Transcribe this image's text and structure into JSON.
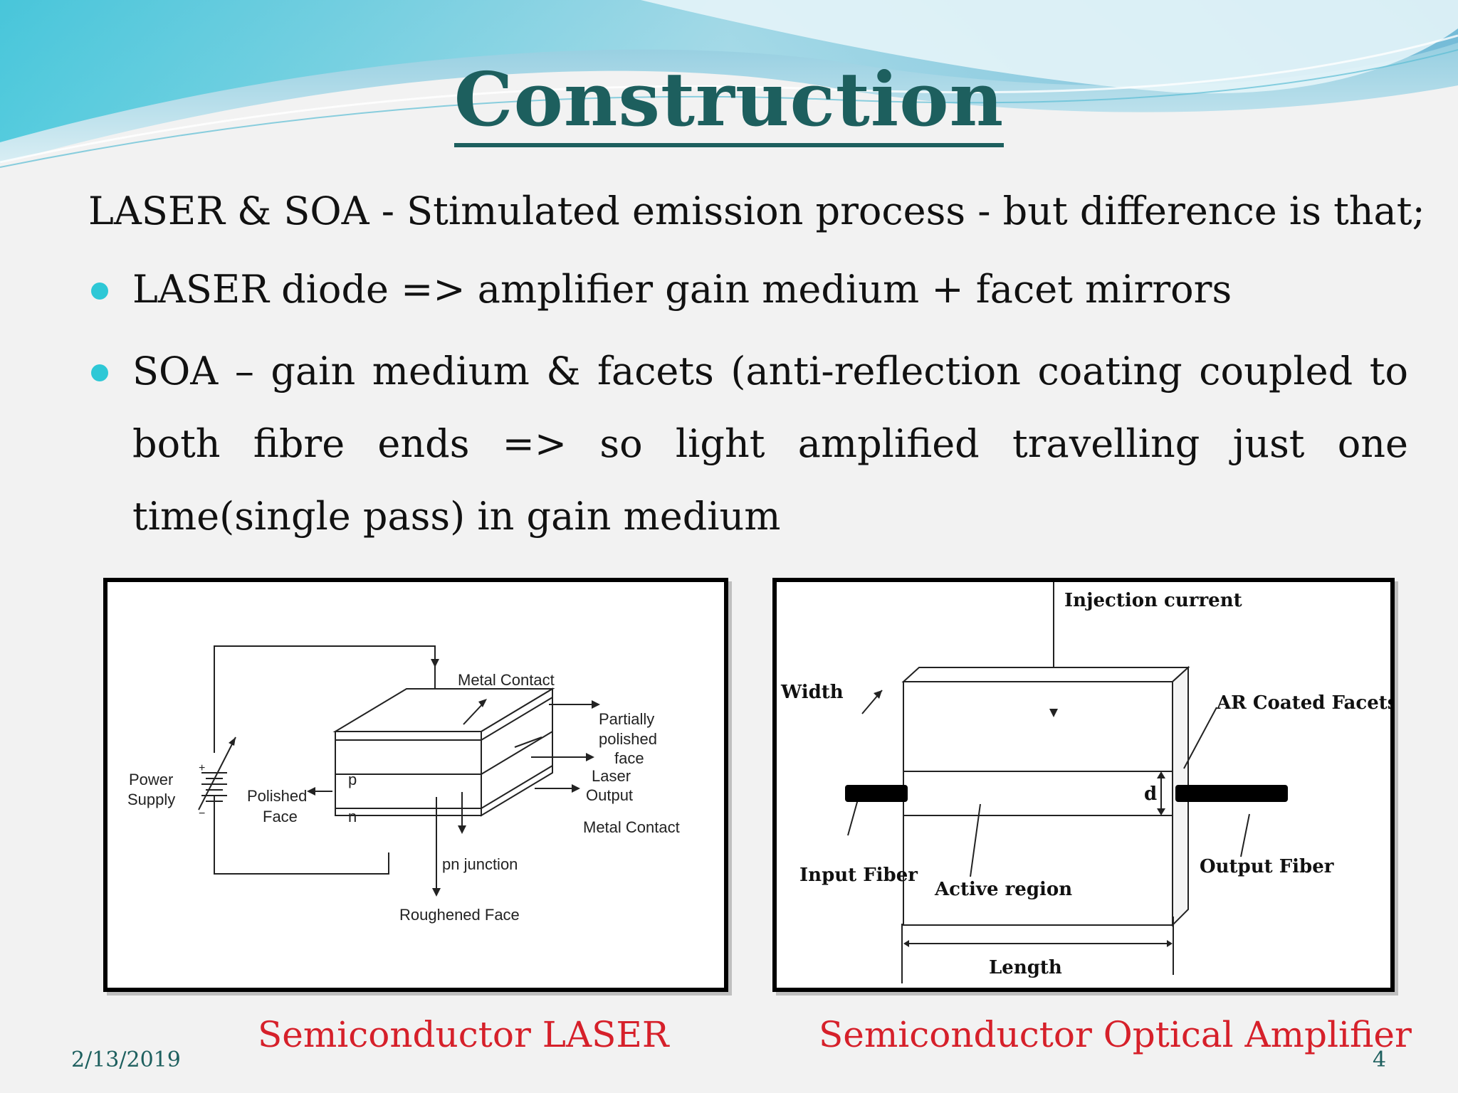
{
  "slide": {
    "title": "Construction",
    "intro": "LASER & SOA - Stimulated emission process - but difference is that;",
    "bullets": [
      "LASER diode => amplifier gain medium + facet mirrors",
      "SOA – gain medium & facets (anti-reflection coating coupled to both fibre ends => so light amplified travelling just one time(single pass) in gain medium"
    ],
    "accent_color": "#2ec8d6",
    "title_color": "#1d5f5e",
    "caption_color": "#d6202a"
  },
  "laser_diagram": {
    "metal_contact_top": "Metal Contact",
    "partially_polished_1": "Partially",
    "partially_polished_2": "polished",
    "partially_polished_3": "face",
    "laser_output_1": "Laser",
    "laser_output_2": "Output",
    "metal_contact_bottom": "Metal Contact",
    "power_supply_1": "Power",
    "power_supply_2": "Supply",
    "polished_face_1": "Polished",
    "polished_face_2": "Face",
    "p_layer": "p",
    "n_layer": "n",
    "pn_junction": "pn junction",
    "roughened_face": "Roughened Face",
    "plus": "+",
    "minus": "−"
  },
  "soa_diagram": {
    "injection_current": "Injection current",
    "width": "Width",
    "ar_coated_facets": "AR Coated Facets",
    "d_label": "d",
    "input_fiber": "Input Fiber",
    "active_region": "Active region",
    "output_fiber": "Output Fiber",
    "length": "Length"
  },
  "captions": {
    "left": "Semiconductor LASER",
    "right": "Semiconductor Optical Amplifier"
  },
  "footer": {
    "date": "2/13/2019",
    "page_number": "4"
  }
}
